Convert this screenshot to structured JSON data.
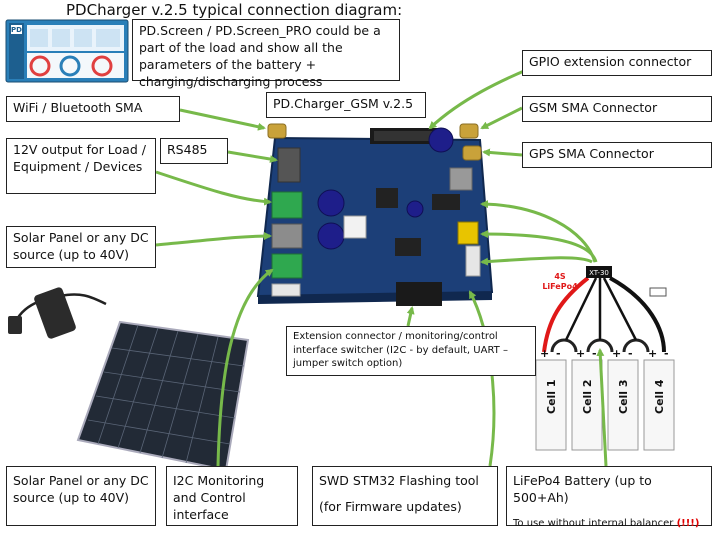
{
  "title": "PDCharger v.2.5 typical connection diagram:",
  "labels": {
    "screen": "PD.Screen / PD.Screen_PRO could be a part of the load and show all the parameters of the battery + charging/discharging process",
    "board": "PD.Charger_GSM v.2.5",
    "gpio": "GPIO extension connector",
    "wifi": "WiFi / Bluetooth SMA",
    "gsm": "GSM SMA Connector",
    "rs485": "RS485",
    "gps": "GPS SMA Connector",
    "output12v": "12V output for Load / Equipment / Devices",
    "solar_right": "Solar Panel or any DC source (up to 40V)",
    "extension": "Extension connector / monitoring/control interface switcher (I2C - by default, UART – jumper switch option)",
    "solar_bottom": "Solar Panel or any DC source (up to 40V)",
    "i2c": "I2C Monitoring and Control interface",
    "swd_line1": "SWD STM32 Flashing tool",
    "swd_line2": "(for Firmware updates)",
    "battery": "LiFePo4 Battery (up to 500+Ah)",
    "balancer": "To use without internal balancer",
    "balancer_mark": "(!!!)"
  },
  "battery_pack": {
    "chem_count": "4S",
    "chem": "LiFePo4",
    "connector": "XT-30",
    "cells": [
      "Cell 1",
      "Cell 2",
      "Cell 3",
      "Cell 4"
    ],
    "polarity_plus": "+",
    "polarity_minus": "-"
  },
  "screen_logo": "PD",
  "colors": {
    "arrow": "#77b94a",
    "board": "#1c3f78",
    "board_edge": "#10284f",
    "terminal_green": "#2fa84f",
    "wire_red": "#e01818",
    "wire_black": "#111111",
    "gold": "#c9a23a",
    "screen_bg": "#2a7fb8"
  }
}
